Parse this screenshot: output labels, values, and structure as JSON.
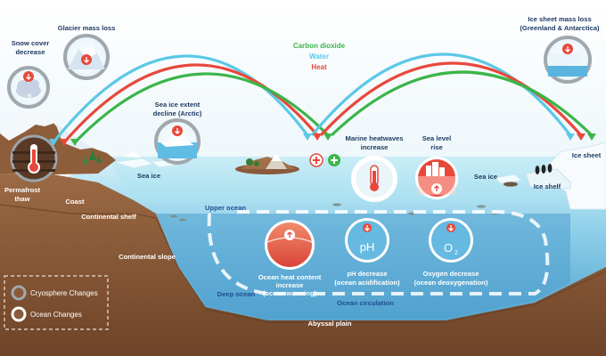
{
  "legend": {
    "cryosphere": "Cryosphere Changes",
    "ocean": "Ocean Changes"
  },
  "fluxes": {
    "co2": "Carbon dioxide",
    "water": "Water",
    "heat": "Heat"
  },
  "labels": {
    "snow_cover": [
      "Snow cover",
      "decrease"
    ],
    "glacier": "Glacier mass loss",
    "ice_sheet_loss": [
      "Ice sheet mass loss",
      "(Greenland & Antarctica)"
    ],
    "sea_ice_extent": [
      "Sea ice extent",
      "decline (Arctic)"
    ],
    "marine_heatwaves": [
      "Marine heatwaves",
      "increase"
    ],
    "sea_level": [
      "Sea level",
      "rise"
    ],
    "sea_ice_left": "Sea ice",
    "sea_ice_right": "Sea ice",
    "ice_sheet": "Ice sheet",
    "ice_shelf": "Ice shelf",
    "permafrost": [
      "Permafrost",
      "thaw"
    ],
    "coast": "Coast",
    "continental_shelf": "Continental shelf",
    "continental_slope": "Continental slope",
    "upper_ocean": "Upper ocean",
    "deep_ocean": "Deep ocean",
    "ocean_circulation": "Ocean circulation",
    "abyssal_plain": "Abyssal plain",
    "heat_content": [
      "Ocean heat content",
      "increase",
      "(ocean warming)"
    ],
    "ph": [
      "pH decrease",
      "(ocean acidification)"
    ],
    "oxygen": [
      "Oxygen decrease",
      "(ocean deoxygenation)"
    ],
    "ph_symbol": "pH",
    "o2_symbol": "O",
    "o2_sub": "2"
  },
  "colors": {
    "co2": "#3cb54a",
    "water": "#5bc8e6",
    "heat": "#e8483c",
    "ocean_surface": "#bfe8f3",
    "deep_water": "#5aaed3",
    "seabed": "#8a5a3b",
    "label_dark": "#1f3b63"
  }
}
